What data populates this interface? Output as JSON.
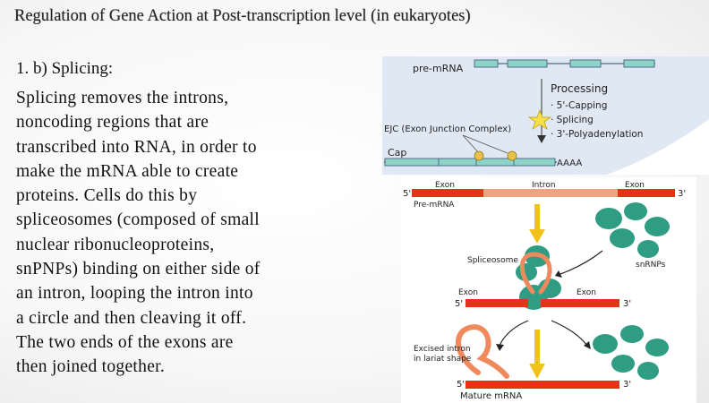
{
  "slide": {
    "title": "Regulation of Gene Action at Post-transcription level (in eukaryotes)",
    "heading": "1. b) Splicing:",
    "body_lines": [
      "Splicing removes the introns,",
      "noncoding regions that are",
      "transcribed into RNA, in order to",
      "make the mRNA able to create",
      "proteins. Cells do this by",
      "spliceosomes (composed of small",
      "nuclear ribonucleoproteins,",
      "snPNPs) binding on either side of",
      "an intron, looping the intron into",
      "a circle and then cleaving it off.",
      "The two ends of the exons are",
      "then joined together."
    ]
  },
  "figure_top": {
    "pre_mrna": "pre-mRNA",
    "processing": "Processing",
    "capping": "· 5'-Capping",
    "splicing": "· Splicing",
    "polyadenylation": "· 3'-Polyadenylation",
    "ejc": "EJC (Exon Junction Complex)",
    "cap": "Cap",
    "polya": "AAAA",
    "colors": {
      "panel": "#dfe8f3",
      "segment": "#8ed3c8",
      "star": "#f6e14a"
    }
  },
  "figure_bottom": {
    "five_prime": "5'",
    "three_prime": "3'",
    "exon": "Exon",
    "intron": "Intron",
    "pre_mrna": "Pre-mRNA",
    "spliceosome": "Spliceosome",
    "snrnps": "snRNPs",
    "excised_intron_line1": "Excised intron",
    "excised_intron_line2": "in lariat shape",
    "mature_mrna": "Mature mRNA",
    "colors": {
      "exon": "#e63318",
      "intron": "#f2a27e",
      "snrnp": "#2f9d83",
      "arrow": "#f2c21c",
      "loop": "#f08a5d"
    }
  }
}
